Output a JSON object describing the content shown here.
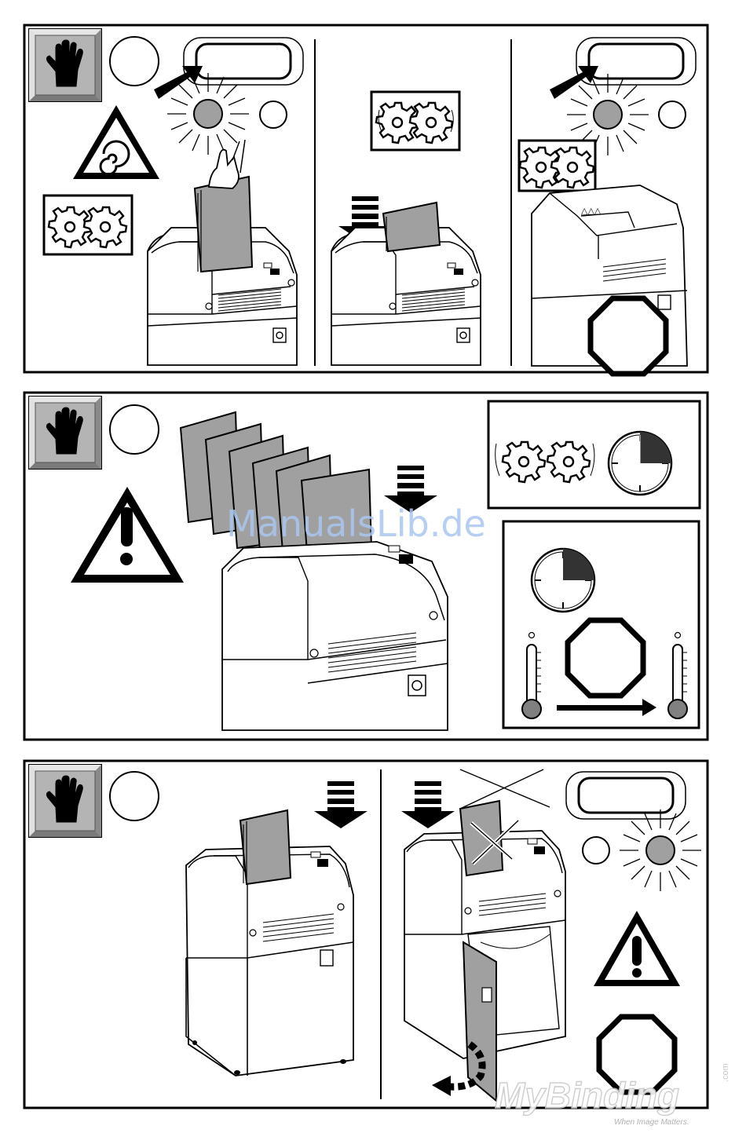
{
  "watermarks": {
    "manualslib": "ManualsLib.de",
    "mybinding": "MyBinding",
    "mybinding_tagline": "When Image Matters.",
    "mybinding_suffix": ".com"
  },
  "icons": [
    "glove-icon",
    "rotating-hazard-icon",
    "gear-pair-icon",
    "indicator-light-icon",
    "push-arrow-icon",
    "down-arrow-icon",
    "stop-octagon-icon",
    "warning-icon",
    "clock-icon",
    "thermometer-icon",
    "crossed-out-icon",
    "rotate-arrow-icon"
  ],
  "colors": {
    "line": "#000000",
    "gray_fill": "#a0a0a0",
    "panel_bg": "#ffffff",
    "dark_sector": "#333333"
  }
}
